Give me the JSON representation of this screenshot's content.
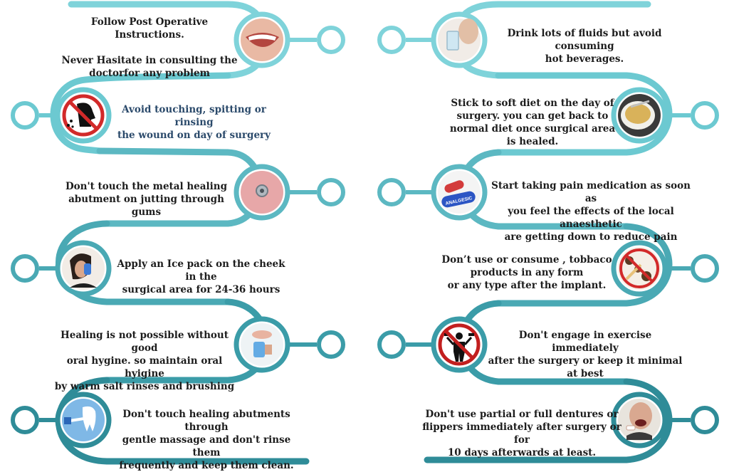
{
  "colors": {
    "light_teal": "#7fd3da",
    "mid_teal": "#5cb8c2",
    "dark_teal": "#2f8c98",
    "text": "#1c1c1c",
    "blue_text": "#2b4a6b"
  },
  "left_steps": [
    {
      "text": "Follow Post Operative Instructions.\n\nNever Hasitate in consulting the\ndoctorfor any problem",
      "icon": "smiling-teeth-photo-icon"
    },
    {
      "text": "Avoid touching, spitting or rinsing\nthe wound on day of surgery",
      "icon": "no-spitting-sign-icon"
    },
    {
      "text": "Don't touch the metal healing\nabutment on jutting through gums",
      "icon": "gum-implant-photo-icon"
    },
    {
      "text": "Apply an Ice pack on the cheek in the\nsurgical area for 24-36 hours",
      "icon": "ice-pack-woman-icon"
    },
    {
      "text": "Healing is not possible without good\noral hygine. so maintain oral hyigine\nby warm salt rinses and brushing",
      "icon": "mouthwash-rinse-icon"
    },
    {
      "text": "Don't touch healing abutments through\ngentle massage and don't rinse them\nfrequently and keep them clean.",
      "icon": "tooth-cleaning-icon"
    }
  ],
  "right_steps": [
    {
      "text": "Drink lots of fluids but avoid consuming\nhot beverages.",
      "icon": "drinking-water-icon"
    },
    {
      "text": "Stick to soft diet on the day of\nsurgery. you can get back to\nnormal diet once surgical area\nis healed.",
      "icon": "soup-bowl-icon"
    },
    {
      "text": "Start taking pain medication as soon as\nyou feel the effects of the local anaesthetic\nare getting down to reduce pain",
      "icon": "analgesic-pills-icon",
      "pill_label": "ANALGESIC"
    },
    {
      "text": "Don’t use or consume , tobbaco\nproducts in any form\nor any type after the implant.",
      "icon": "no-tobacco-icon"
    },
    {
      "text": "Don't engage in exercise immediately\nafter the surgery or keep it minimal\nat best",
      "icon": "no-exercise-sign-icon"
    },
    {
      "text": "Don't use partial or full dentures or\nflippers immediately after surgery or for\n10 days afterwards at least.",
      "icon": "elderly-man-dentures-icon"
    }
  ]
}
